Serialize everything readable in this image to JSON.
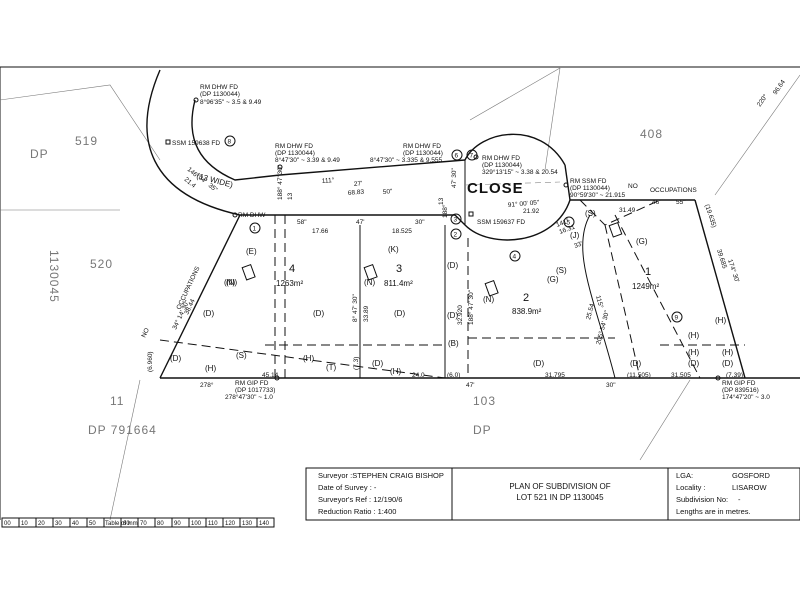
{
  "title_block": {
    "surveyor_label": "Surveyor :",
    "surveyor": "STEPHEN CRAIG BISHOP",
    "date_label": "Date of Survey :",
    "date": "-",
    "ref_label": "Surveyor's Ref :",
    "ref": "12/190/6",
    "ratio_label": "Reduction Ratio :",
    "ratio": "1:400",
    "plan_line1": "PLAN OF SUBDIVISION OF",
    "plan_line2": "LOT 521 IN DP 1130045",
    "lga_label": "LGA:",
    "lga": "GOSFORD",
    "locality_label": "Locality :",
    "locality": "LISAROW",
    "subdivision_label": "Subdivision No:",
    "subdivision": "-",
    "lengths_note": "Lengths are in metres."
  },
  "scale_bar": {
    "ticks": [
      "00",
      "10",
      "20",
      "30",
      "40",
      "50",
      "60",
      "70",
      "80",
      "90",
      "100",
      "110",
      "120",
      "130",
      "140"
    ],
    "label": "Table of mm"
  },
  "street": {
    "name": "CLOSE",
    "width_note": "(13 WIDE)"
  },
  "neighbours": {
    "n519": "519",
    "n520": "520",
    "n408": "408",
    "n11": "11",
    "dp_left": "DP 791664",
    "n103": "103",
    "dp_right": "DP",
    "edge_left": "DP",
    "edge_vertical": "1130045"
  },
  "lots": [
    {
      "num": "1",
      "area": "1249m²"
    },
    {
      "num": "2",
      "area": "838.9m²"
    },
    {
      "num": "3",
      "area": "811.4m²"
    },
    {
      "num": "4",
      "area": "1263m²"
    }
  ],
  "marks": {
    "rm_dhw_fd": "RM DHW FD",
    "dp_1130044": "(DP 1130044)",
    "m1_bearing": "8°96'35\" ~ 3.5 & 9.49",
    "m2_bearing": "8°47'30\" ~ 3.39 & 9.49",
    "m3_bearing": "8°47'30\" ~ 3.335 & 9.555",
    "m4_bearing": "329°13'15\" ~ 3.38 & 20.54",
    "rm_ssm_fd": "RM SSM FD",
    "m5_bearing": "90°59'30\" ~ 21.915",
    "ssm1": "SSM 159638 FD",
    "ssm2": "SSM 159637 FD",
    "rm_dhw": "RM DHW",
    "rm_gip_fd": "RM GIP FD",
    "dp_1017733": "(DP 1017733)",
    "g1_bearing": "278°47'30\" ~ 1.0",
    "dp_839516": "(DP 839516)",
    "g2_bearing": "174°47'20\" ~ 3.0",
    "no": "NO",
    "occupations": "OCCUPATIONS"
  },
  "dims": {
    "d111": "111°",
    "d27": "27'",
    "d6883": "68.83",
    "d50": "50\"",
    "d13": "13",
    "d47_30": "47' 30\"",
    "d188": "188°",
    "d188_47_30": "188° 47' 30\"",
    "d58": "58\"",
    "d1766": "17.66",
    "d47": "47'",
    "d18525": "18.525",
    "d30": "30\"",
    "d91": "91° 00' 05\"",
    "d2192": "21.92",
    "d3149": "31.49",
    "d46": "46'",
    "d55": "55\"",
    "d19": "(19.635)",
    "d39685": "39.685",
    "d174_30": "174° 30'",
    "d146": "146°",
    "d04": "04'",
    "d35": "35\"",
    "d214": "21.4",
    "d34": "34° 14' 30\"",
    "d3844": "38.44",
    "d6960": "(6.960)",
    "d278": "278°",
    "d4514": "45.14",
    "d240": "24.0",
    "d60": "(6.0)",
    "d47b": "47'",
    "d31795": "31.795",
    "d30b": "30\"",
    "d11505": "(11.505)",
    "d31505": "31.505",
    "d739": "(7.39)",
    "d32920": "32.920",
    "d3389": "33.89",
    "d8_47": "8° 47' 30\"",
    "d73": "(7.3)",
    "d141": "141°",
    "d1631": "16.31",
    "d33": "33'",
    "d2554": "25.54",
    "d205": "205° 54' 30\"",
    "d115": "115°",
    "d220": "220°",
    "d9664": "96.64"
  },
  "easements": [
    "(S)",
    "(J)",
    "(G)",
    "(S)",
    "(G)",
    "(N)",
    "(D)",
    "(D)",
    "(H)",
    "(H)",
    "(H)",
    "(H)",
    "(D)",
    "(D)",
    "(D)",
    "(B)",
    "(D)",
    "(N)",
    "(K)",
    "(N)",
    "(D)",
    "(D)",
    "(D)",
    "(E)",
    "(N)",
    "(D)",
    "(H)",
    "(S)",
    "(H)",
    "(T)",
    "(D)",
    "(H)"
  ],
  "stations": [
    "1",
    "2",
    "3",
    "4",
    "5",
    "6",
    "7",
    "8",
    "9"
  ]
}
